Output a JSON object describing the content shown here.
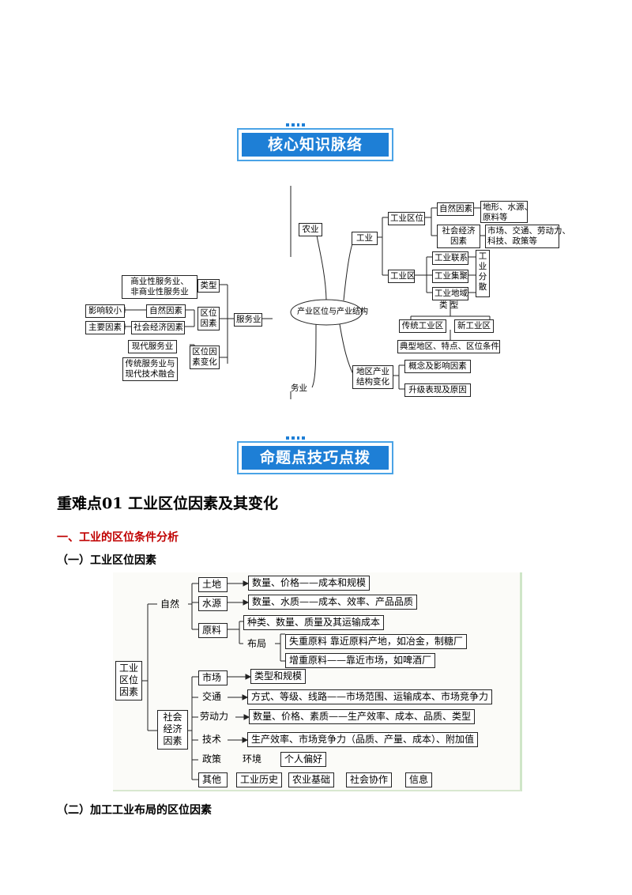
{
  "banners": {
    "core": "核心知识脉络",
    "skills": "命题点技巧点拨"
  },
  "mindmap": {
    "center": "产业区位与产业结构",
    "agriculture": "农业",
    "service_partial": "务业",
    "industry": "工业",
    "industry_location": "工业区位",
    "natural_factors": "自然因素",
    "natural_detail": [
      "地形、水源、",
      "原料等"
    ],
    "socioeconomic_factors": [
      "社会经济",
      "因素"
    ],
    "socioeconomic_detail": [
      "市场、交通、劳动力、",
      "科技、政策等"
    ],
    "industry_zone": "工业区",
    "industrial_linkage": "工业联系",
    "industrial_agglomeration": "工业集聚",
    "industrial_dispersion": [
      "工",
      "业",
      "分",
      "散"
    ],
    "industrial_city": "工业地域",
    "types": "类  型",
    "traditional_zone": "传统工业区",
    "new_zone": "新工业区",
    "zone_conditions": "典型地区、特点、区位条件",
    "regional_structure": [
      "地区产业",
      "结构变化"
    ],
    "concept_factors": "概念及影响因素",
    "upgrade": "升级表现及原因",
    "svc_type_items": [
      "商业性服务业、",
      "非商业性服务业"
    ],
    "svc_type": "类型",
    "svc_natural": "自然因素",
    "svc_natural_effect": "影响较小",
    "svc_social": "社会经济因素",
    "svc_social_effect": "主要因素",
    "svc_location_factors": [
      "区位",
      "因素"
    ],
    "svc_modern": "现代服务业",
    "svc_fusion": [
      "传统服务业与",
      "现代技术融合"
    ],
    "svc_change": [
      "区位因",
      "素变化"
    ],
    "service": "服务业"
  },
  "headings": {
    "main": "重难点01  工业区位因素及其变化",
    "section1": "一、工业的区位条件分析",
    "sub1": "（一）工业区位因素",
    "sub2": "（二）加工工业布局的区位因素"
  },
  "factors": {
    "root": [
      "工业",
      "区位",
      "因素"
    ],
    "natural": "自然",
    "land": "土地",
    "land_detail": "数量、价格——成本和规模",
    "water": "水源",
    "water_detail": "数量、水质——成本、效率、产品品质",
    "material": "原料",
    "material_detail": "种类、数量、质量及其运输成本",
    "layout": "布局",
    "heavy_material": "失重原料      靠近原料产地，如冶金，制糖厂",
    "gain_material": "增重原料——靠近市场，如啤酒厂",
    "social": [
      "社会",
      "经济",
      "因素"
    ],
    "market": "市场",
    "market_detail": "类型和规模",
    "transport": "交通",
    "transport_detail": "方式、等级、线路——市场范围、运输成本、市场竞争力",
    "labor": "劳动力",
    "labor_detail": "数量、价格、素质——生产效率、成本、品质、类型",
    "tech": "技术",
    "tech_detail": "生产效率、市场竞争力（品质、产量、成本）、附加值",
    "policy": "政策",
    "environment": "环境",
    "preference": "个人偏好",
    "other": "其他",
    "history": "工业历史",
    "agri_base": "农业基础",
    "cooperation": "社会协作",
    "info": "信息"
  }
}
